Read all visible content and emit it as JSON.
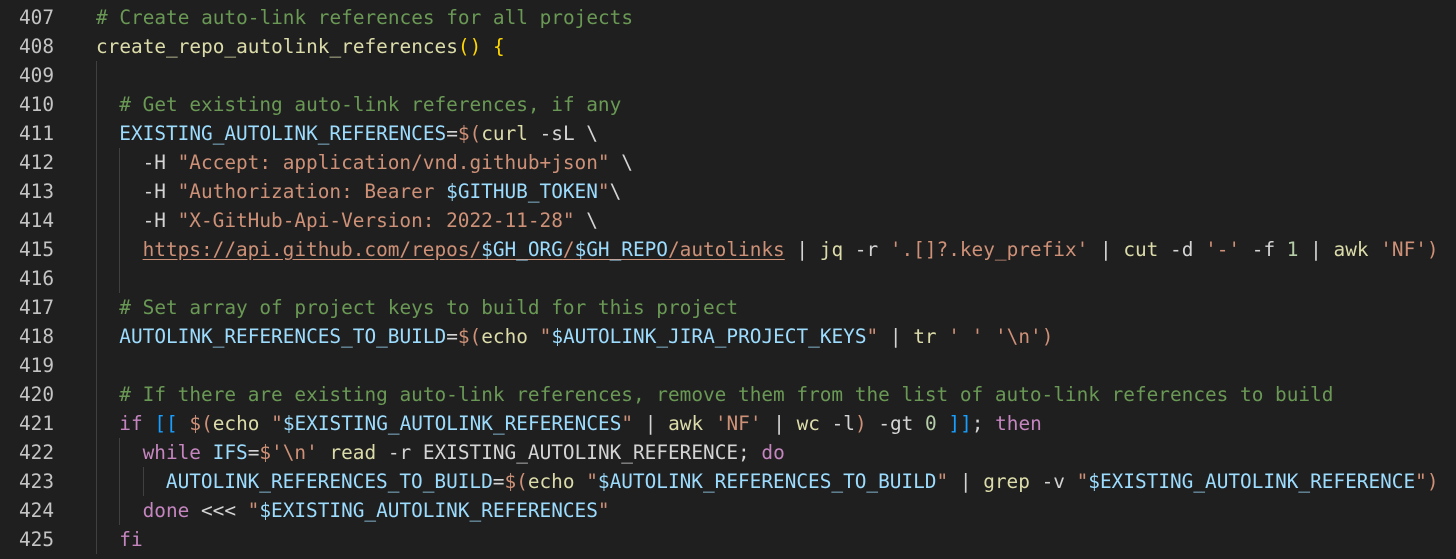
{
  "editor": {
    "language": "shell",
    "theme_colors": {
      "background": "#1f1f1f",
      "comment": "#6a9955",
      "function": "#dcdcaa",
      "variable": "#9cdcfe",
      "string": "#ce9178",
      "keyword": "#c586c0",
      "number": "#b5cea8",
      "bracket_gold": "#ffd700",
      "bracket_orchid": "#da70d6",
      "bracket_blue": "#179fff"
    },
    "lines": [
      {
        "n": "407",
        "indent": 0,
        "tokens": [
          {
            "c": "comment",
            "t": "# Create auto-link references for all projects"
          }
        ]
      },
      {
        "n": "408",
        "indent": 0,
        "tokens": [
          {
            "c": "fn",
            "t": "create_repo_autolink_references"
          },
          {
            "c": "br1",
            "t": "()"
          },
          {
            "c": "plain",
            "t": " "
          },
          {
            "c": "br1",
            "t": "{"
          }
        ]
      },
      {
        "n": "409",
        "indent": 0,
        "tokens": []
      },
      {
        "n": "410",
        "indent": 1,
        "tokens": [
          {
            "c": "comment",
            "t": "# Get existing auto-link references, if any"
          }
        ]
      },
      {
        "n": "411",
        "indent": 1,
        "tokens": [
          {
            "c": "var",
            "t": "EXISTING_AUTOLINK_REFERENCES"
          },
          {
            "c": "plain",
            "t": "="
          },
          {
            "c": "str",
            "t": "$("
          },
          {
            "c": "cmd",
            "t": "curl"
          },
          {
            "c": "plain",
            "t": " -sL \\"
          }
        ]
      },
      {
        "n": "412",
        "indent": 2,
        "tokens": [
          {
            "c": "plain",
            "t": "-H "
          },
          {
            "c": "str",
            "t": "\"Accept: application/vnd.github+json\""
          },
          {
            "c": "plain",
            "t": " \\"
          }
        ]
      },
      {
        "n": "413",
        "indent": 2,
        "tokens": [
          {
            "c": "plain",
            "t": "-H "
          },
          {
            "c": "str",
            "t": "\"Authorization: Bearer "
          },
          {
            "c": "var",
            "t": "$GITHUB_TOKEN"
          },
          {
            "c": "str",
            "t": "\""
          },
          {
            "c": "plain",
            "t": "\\"
          }
        ]
      },
      {
        "n": "414",
        "indent": 2,
        "tokens": [
          {
            "c": "plain",
            "t": "-H "
          },
          {
            "c": "str",
            "t": "\"X-GitHub-Api-Version: 2022-11-28\""
          },
          {
            "c": "plain",
            "t": " \\"
          }
        ]
      },
      {
        "n": "415",
        "indent": 2,
        "tokens": [
          {
            "c": "link",
            "t": "https://api.github.com/repos/"
          },
          {
            "c": "linkvar",
            "t": "$GH_ORG"
          },
          {
            "c": "link",
            "t": "/"
          },
          {
            "c": "linkvar",
            "t": "$GH_REPO"
          },
          {
            "c": "link",
            "t": "/autolinks"
          },
          {
            "c": "plain",
            "t": " | "
          },
          {
            "c": "cmd",
            "t": "jq"
          },
          {
            "c": "plain",
            "t": " -r "
          },
          {
            "c": "str",
            "t": "'.[]?.key_prefix'"
          },
          {
            "c": "plain",
            "t": " | "
          },
          {
            "c": "cmd",
            "t": "cut"
          },
          {
            "c": "plain",
            "t": " -d "
          },
          {
            "c": "str",
            "t": "'-'"
          },
          {
            "c": "plain",
            "t": " -f "
          },
          {
            "c": "num",
            "t": "1"
          },
          {
            "c": "plain",
            "t": " | "
          },
          {
            "c": "cmd",
            "t": "awk"
          },
          {
            "c": "plain",
            "t": " "
          },
          {
            "c": "str",
            "t": "'NF')"
          }
        ]
      },
      {
        "n": "416",
        "indent": 2,
        "tokens": []
      },
      {
        "n": "417",
        "indent": 1,
        "tokens": [
          {
            "c": "comment",
            "t": "# Set array of project keys to build for this project"
          }
        ]
      },
      {
        "n": "418",
        "indent": 1,
        "tokens": [
          {
            "c": "var",
            "t": "AUTOLINK_REFERENCES_TO_BUILD"
          },
          {
            "c": "plain",
            "t": "="
          },
          {
            "c": "str",
            "t": "$("
          },
          {
            "c": "cmd",
            "t": "echo"
          },
          {
            "c": "plain",
            "t": " "
          },
          {
            "c": "str",
            "t": "\""
          },
          {
            "c": "var",
            "t": "$AUTOLINK_JIRA_PROJECT_KEYS"
          },
          {
            "c": "str",
            "t": "\""
          },
          {
            "c": "plain",
            "t": " | "
          },
          {
            "c": "cmd",
            "t": "tr"
          },
          {
            "c": "plain",
            "t": " "
          },
          {
            "c": "str",
            "t": "' '"
          },
          {
            "c": "plain",
            "t": " "
          },
          {
            "c": "str",
            "t": "'\\n')"
          }
        ]
      },
      {
        "n": "419",
        "indent": 1,
        "tokens": []
      },
      {
        "n": "420",
        "indent": 1,
        "tokens": [
          {
            "c": "comment",
            "t": "# If there are existing auto-link references, remove them from the list of auto-link references to build"
          }
        ]
      },
      {
        "n": "421",
        "indent": 1,
        "tokens": [
          {
            "c": "kw",
            "t": "if"
          },
          {
            "c": "plain",
            "t": " "
          },
          {
            "c": "br3",
            "t": "[["
          },
          {
            "c": "plain",
            "t": " "
          },
          {
            "c": "str",
            "t": "$("
          },
          {
            "c": "cmd",
            "t": "echo"
          },
          {
            "c": "plain",
            "t": " "
          },
          {
            "c": "str",
            "t": "\""
          },
          {
            "c": "var",
            "t": "$EXISTING_AUTOLINK_REFERENCES"
          },
          {
            "c": "str",
            "t": "\""
          },
          {
            "c": "plain",
            "t": " | "
          },
          {
            "c": "cmd",
            "t": "awk"
          },
          {
            "c": "plain",
            "t": " "
          },
          {
            "c": "str",
            "t": "'NF'"
          },
          {
            "c": "plain",
            "t": " | "
          },
          {
            "c": "cmd",
            "t": "wc"
          },
          {
            "c": "plain",
            "t": " -l"
          },
          {
            "c": "str",
            "t": ")"
          },
          {
            "c": "plain",
            "t": " -gt "
          },
          {
            "c": "num",
            "t": "0"
          },
          {
            "c": "plain",
            "t": " "
          },
          {
            "c": "br3",
            "t": "]]"
          },
          {
            "c": "plain",
            "t": "; "
          },
          {
            "c": "kw",
            "t": "then"
          }
        ]
      },
      {
        "n": "422",
        "indent": 2,
        "tokens": [
          {
            "c": "kw",
            "t": "while"
          },
          {
            "c": "plain",
            "t": " "
          },
          {
            "c": "var",
            "t": "IFS"
          },
          {
            "c": "plain",
            "t": "="
          },
          {
            "c": "str",
            "t": "$'\\n'"
          },
          {
            "c": "plain",
            "t": " "
          },
          {
            "c": "cmd",
            "t": "read"
          },
          {
            "c": "plain",
            "t": " -r EXISTING_AUTOLINK_REFERENCE; "
          },
          {
            "c": "kw",
            "t": "do"
          }
        ]
      },
      {
        "n": "423",
        "indent": 3,
        "tokens": [
          {
            "c": "var",
            "t": "AUTOLINK_REFERENCES_TO_BUILD"
          },
          {
            "c": "plain",
            "t": "="
          },
          {
            "c": "str",
            "t": "$("
          },
          {
            "c": "cmd",
            "t": "echo"
          },
          {
            "c": "plain",
            "t": " "
          },
          {
            "c": "str",
            "t": "\""
          },
          {
            "c": "var",
            "t": "$AUTOLINK_REFERENCES_TO_BUILD"
          },
          {
            "c": "str",
            "t": "\""
          },
          {
            "c": "plain",
            "t": " | "
          },
          {
            "c": "cmd",
            "t": "grep"
          },
          {
            "c": "plain",
            "t": " -v "
          },
          {
            "c": "str",
            "t": "\""
          },
          {
            "c": "var",
            "t": "$EXISTING_AUTOLINK_REFERENCE"
          },
          {
            "c": "str",
            "t": "\")"
          }
        ]
      },
      {
        "n": "424",
        "indent": 2,
        "tokens": [
          {
            "c": "kw",
            "t": "done"
          },
          {
            "c": "plain",
            "t": " <<< "
          },
          {
            "c": "str",
            "t": "\""
          },
          {
            "c": "var",
            "t": "$EXISTING_AUTOLINK_REFERENCES"
          },
          {
            "c": "str",
            "t": "\""
          }
        ]
      },
      {
        "n": "425",
        "indent": 1,
        "tokens": [
          {
            "c": "kw",
            "t": "fi"
          }
        ]
      }
    ]
  }
}
